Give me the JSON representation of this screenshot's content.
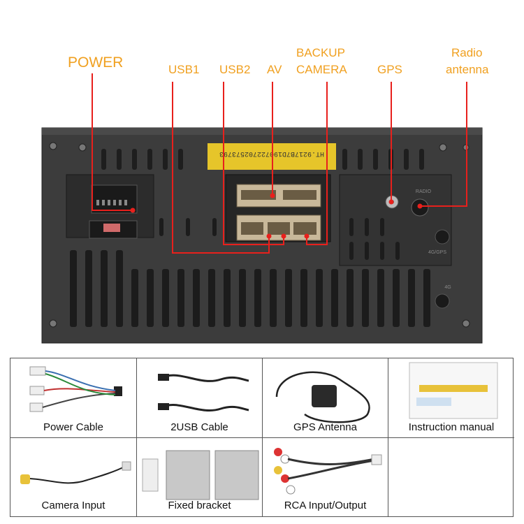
{
  "labels": {
    "power": "POWER",
    "usb1": "USB1",
    "usb2": "USB2",
    "av": "AV",
    "backup": "BACKUP",
    "camera": "CAMERA",
    "gps": "GPS",
    "radio": "Radio",
    "antenna": "antenna"
  },
  "unit": {
    "sticker_text": "HT.9217B7D190722702573793",
    "radio_text": "RADIO",
    "gps_port_text": "4G/GPS",
    "fg_text": "4G"
  },
  "accessories": [
    {
      "caption": "Power Cable"
    },
    {
      "caption": "2USB  Cable"
    },
    {
      "caption": "GPS  Antenna"
    },
    {
      "caption": "Instruction manual"
    },
    {
      "caption": "Camera  Input"
    },
    {
      "caption": "Fixed bracket"
    },
    {
      "caption": "RCA Input/Output"
    },
    {
      "caption": ""
    }
  ],
  "colors": {
    "label": "#f0a020",
    "marker": "#e8201c",
    "unit_body": "#3a3a3a"
  }
}
